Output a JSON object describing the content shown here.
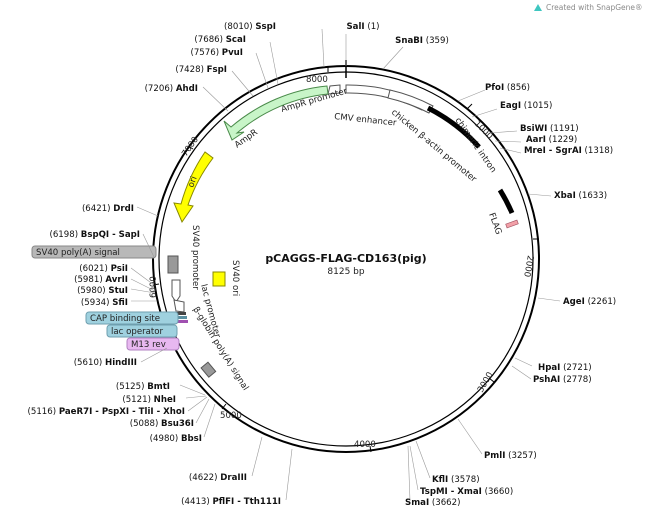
{
  "credit": "Created with SnapGene®",
  "plasmid": {
    "name": "pCAGGS-FLAG-CD163(pig)",
    "size_label": "8125 bp",
    "length": 8125
  },
  "ticks": [
    {
      "pos": 1000,
      "label": "1000"
    },
    {
      "pos": 2000,
      "label": "2000"
    },
    {
      "pos": 3000,
      "label": "3000"
    },
    {
      "pos": 4000,
      "label": "4000"
    },
    {
      "pos": 5000,
      "label": "5000"
    },
    {
      "pos": 6000,
      "label": "6000"
    },
    {
      "pos": 7000,
      "label": "7000"
    },
    {
      "pos": 8000,
      "label": "8000"
    }
  ],
  "sites": [
    {
      "id": "sali",
      "name": "SalI",
      "pos_label": "(1)"
    },
    {
      "id": "snabi",
      "name": "SnaBI",
      "pos_label": "(359)"
    },
    {
      "id": "pfoi",
      "name": "PfoI",
      "pos_label": "(856)"
    },
    {
      "id": "eagi",
      "name": "EagI",
      "pos_label": "(1015)"
    },
    {
      "id": "bsiwi",
      "name": "BsiWI",
      "pos_label": "(1191)"
    },
    {
      "id": "aari",
      "name": "AarI",
      "pos_label": "(1229)"
    },
    {
      "id": "mrei",
      "name": "MreI - SgrAI",
      "pos_label": "(1318)"
    },
    {
      "id": "xbai",
      "name": "XbaI",
      "pos_label": "(1633)"
    },
    {
      "id": "agei",
      "name": "AgeI",
      "pos_label": "(2261)"
    },
    {
      "id": "hpai",
      "name": "HpaI",
      "pos_label": "(2721)"
    },
    {
      "id": "pshai",
      "name": "PshAI",
      "pos_label": "(2778)"
    },
    {
      "id": "pmli",
      "name": "PmlI",
      "pos_label": "(3257)"
    },
    {
      "id": "kfli",
      "name": "KflI",
      "pos_label": "(3578)"
    },
    {
      "id": "tspmi",
      "name": "TspMI - XmaI",
      "pos_label": "(3660)"
    },
    {
      "id": "smai",
      "name": "SmaI",
      "pos_label": "(3662)"
    },
    {
      "id": "pflfi",
      "name": "PflFI - Tth111I",
      "pos_label": "(4413)"
    },
    {
      "id": "draiii",
      "name": "DraIII",
      "pos_label": "(4622)"
    },
    {
      "id": "bbsi",
      "name": "BbsI",
      "pos_label": "(4980)"
    },
    {
      "id": "bsu36i",
      "name": "Bsu36I",
      "pos_label": "(5088)"
    },
    {
      "id": "paer7i",
      "name": "PaeR7I - PspXI - TliI - XhoI",
      "pos_label": "(5116)"
    },
    {
      "id": "nhei",
      "name": "NheI",
      "pos_label": "(5121)"
    },
    {
      "id": "bmti",
      "name": "BmtI",
      "pos_label": "(5125)"
    },
    {
      "id": "hindiii",
      "name": "HindIII",
      "pos_label": "(5610)"
    },
    {
      "id": "sfii",
      "name": "SfiI",
      "pos_label": "(5934)"
    },
    {
      "id": "stui",
      "name": "StuI",
      "pos_label": "(5980)"
    },
    {
      "id": "avrii",
      "name": "AvrII",
      "pos_label": "(5981)"
    },
    {
      "id": "psii",
      "name": "PsiI",
      "pos_label": "(6021)"
    },
    {
      "id": "bspqi",
      "name": "BspQI - SapI",
      "pos_label": "(6198)"
    },
    {
      "id": "drdi",
      "name": "DrdI",
      "pos_label": "(6421)"
    },
    {
      "id": "ahdi",
      "name": "AhdI",
      "pos_label": "(7206)"
    },
    {
      "id": "fspi",
      "name": "FspI",
      "pos_label": "(7428)"
    },
    {
      "id": "pvui",
      "name": "PvuI",
      "pos_label": "(7576)"
    },
    {
      "id": "scai",
      "name": "ScaI",
      "pos_label": "(7686)"
    },
    {
      "id": "sspi",
      "name": "SspI",
      "pos_label": "(8010)"
    }
  ],
  "features": [
    {
      "id": "cmv-enhancer",
      "label": "CMV enhancer",
      "type": "arrow",
      "color": "#ffffff"
    },
    {
      "id": "chicken-actin-promoter",
      "label": "chicken β-actin promoter",
      "type": "arrow",
      "color": "#ffffff"
    },
    {
      "id": "chimeric-intron",
      "label": "chimeric intron",
      "type": "bar",
      "color": "#000000"
    },
    {
      "id": "flag",
      "label": "FLAG",
      "type": "bar",
      "color": "#f2a0a8"
    },
    {
      "id": "ampr-promoter",
      "label": "AmpR promoter",
      "type": "arrow",
      "color": "#ffffff"
    },
    {
      "id": "ampr",
      "label": "AmpR",
      "type": "arrow",
      "color": "#c8f5c8"
    },
    {
      "id": "ori",
      "label": "ori",
      "type": "arrow",
      "color": "#ffff00"
    },
    {
      "id": "sv40-promoter",
      "label": "SV40 promoter",
      "type": "arrow",
      "color": "#ffffff"
    },
    {
      "id": "sv40-ori",
      "label": "SV40 ori",
      "type": "box",
      "color": "#ffff00"
    },
    {
      "id": "lac-promoter",
      "label": "lac promoter",
      "type": "arrow",
      "color": "#ffffff"
    },
    {
      "id": "beta-globin-polya",
      "label": "β-globin poly(A) signal",
      "type": "box",
      "color": "#999999"
    },
    {
      "id": "sv40-polya",
      "label": "SV40 poly(A) signal",
      "type": "box",
      "color": "#999999"
    }
  ],
  "boxed_labels": [
    {
      "id": "sv40-polya-label",
      "label": "SV40 poly(A) signal",
      "color": "#b8b8b8"
    },
    {
      "id": "cap-binding-site",
      "label": "CAP binding site",
      "color": "#9fd1df"
    },
    {
      "id": "lac-operator",
      "label": "lac operator",
      "color": "#9fd1df"
    },
    {
      "id": "m13-rev",
      "label": "M13 rev",
      "color": "#e8b8f0"
    }
  ],
  "colors": {
    "backbone": "#000000",
    "credit_icon": "#3ec6c0"
  }
}
